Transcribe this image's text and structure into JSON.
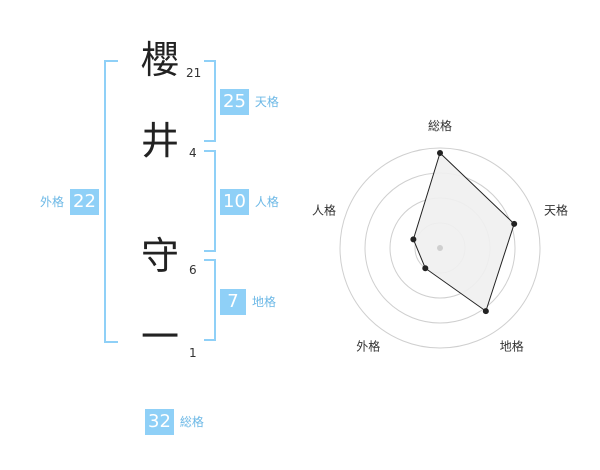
{
  "name": {
    "chars": [
      {
        "char": "櫻",
        "strokes": "21"
      },
      {
        "char": "井",
        "strokes": "4"
      },
      {
        "char": "守",
        "strokes": "6"
      },
      {
        "char": "一",
        "strokes": "1"
      }
    ]
  },
  "fortunes": {
    "tenkaku": {
      "value": "25",
      "label": "天格"
    },
    "jinkaku": {
      "value": "10",
      "label": "人格"
    },
    "chikaku": {
      "value": "7",
      "label": "地格"
    },
    "gaikaku": {
      "value": "22",
      "label": "外格"
    },
    "soukaku": {
      "value": "32",
      "label": "総格"
    }
  },
  "colors": {
    "accent": "#8fd0f7",
    "label": "#6cb8e6"
  },
  "chart_data": {
    "type": "radar",
    "axes": [
      "総格",
      "天格",
      "地格",
      "外格",
      "人格"
    ],
    "values": [
      0.95,
      0.78,
      0.78,
      0.25,
      0.28
    ],
    "rings": 4,
    "range": [
      0,
      1
    ]
  }
}
